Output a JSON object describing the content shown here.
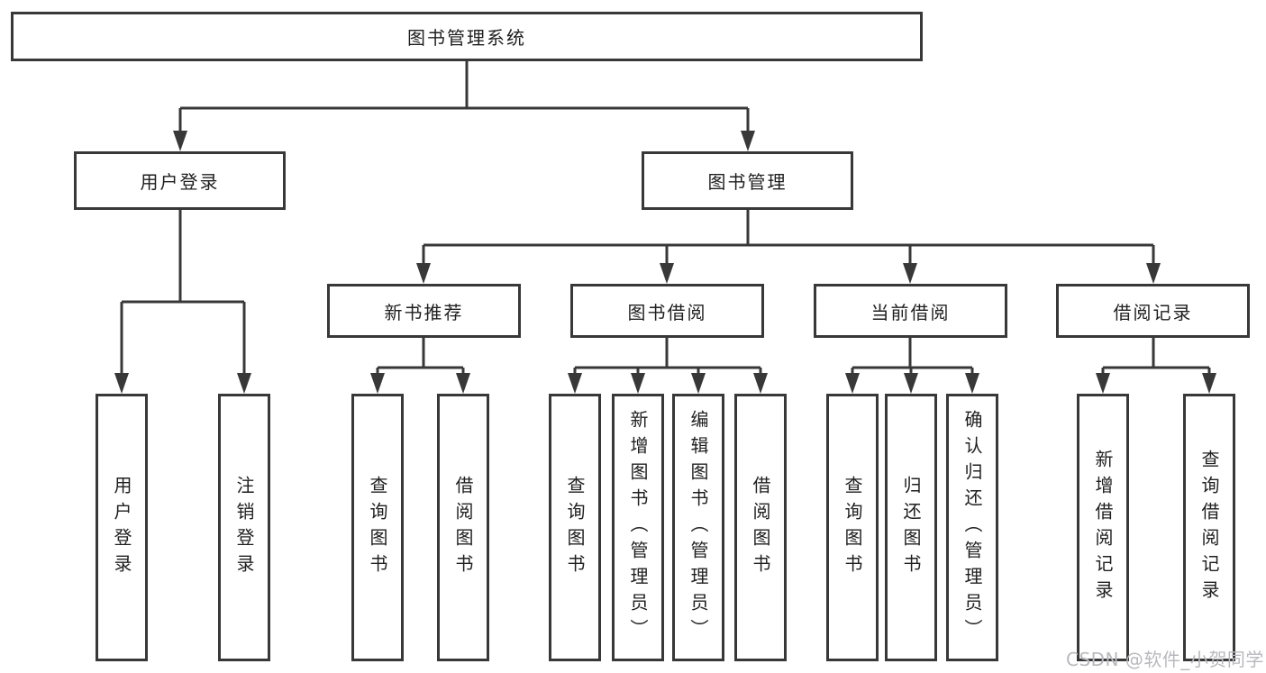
{
  "tree": {
    "root": "图书管理系统",
    "level2": [
      {
        "label": "用户登录",
        "children": [
          "用户登录",
          "注销登录"
        ]
      },
      {
        "label": "图书管理",
        "sections": [
          {
            "label": "新书推荐",
            "children": [
              "查询图书",
              "借阅图书"
            ]
          },
          {
            "label": "图书借阅",
            "children": [
              "查询图书",
              "新增图书（管理员）",
              "编辑图书（管理员）",
              "借阅图书"
            ]
          },
          {
            "label": "当前借阅",
            "children": [
              "查询图书",
              "归还图书",
              "确认归还（管理员）"
            ]
          },
          {
            "label": "借阅记录",
            "children": [
              "新增借阅记录",
              "查询借阅记录"
            ]
          }
        ]
      }
    ]
  },
  "watermark": "CSDN @软件_小贺同学",
  "colors": {
    "line": "#383838",
    "text": "#1f1f1f",
    "background": "#ffffff",
    "watermark": "#b9b9bd"
  }
}
